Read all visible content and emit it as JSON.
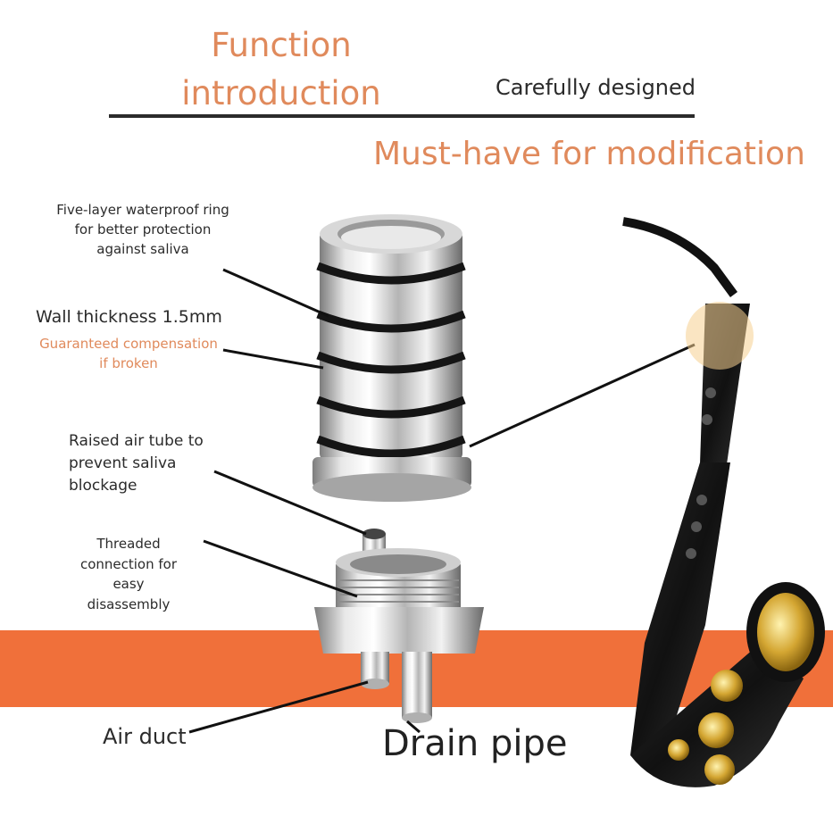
{
  "header": {
    "title_line1": "Function",
    "title_line2": "introduction",
    "tagline": "Carefully designed",
    "subtitle": "Must-have for modification"
  },
  "labels": {
    "waterproof": "Five-layer waterproof ring for better protection against saliva",
    "wall_thickness": "Wall thickness 1.5mm",
    "guarantee": "Guaranteed compensation if broken",
    "raised_tube": "Raised air tube to prevent saliva blockage",
    "threaded": "Threaded connection for easy disassembly",
    "air_duct": "Air duct",
    "drain_pipe": "Drain pipe"
  },
  "colors": {
    "accent_orange": "#e08a5c",
    "band_orange": "#f0703a",
    "text_dark": "#2b2b2b"
  }
}
